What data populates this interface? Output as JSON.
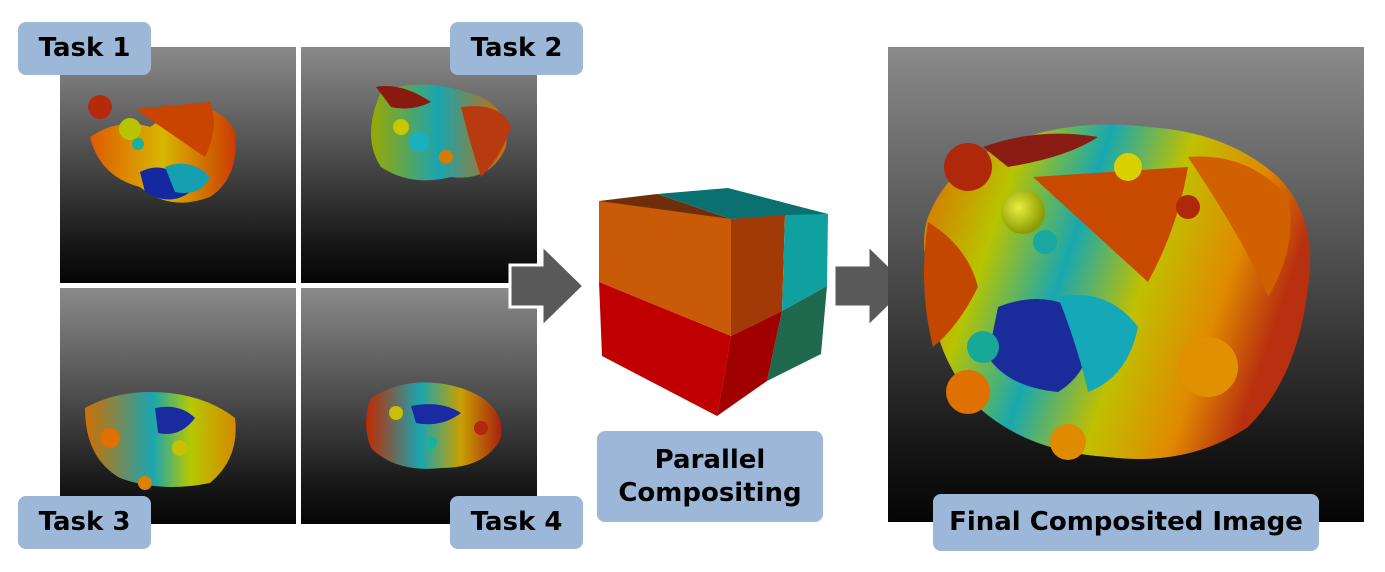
{
  "tasks": [
    {
      "label": "Task 1"
    },
    {
      "label": "Task 2"
    },
    {
      "label": "Task 3"
    },
    {
      "label": "Task 4"
    }
  ],
  "compositing": {
    "label": "Parallel\nCompositing"
  },
  "final": {
    "label": "Final Composited Image"
  },
  "colors": {
    "label_bg": "#9db7d9",
    "cube_top_orange": "#6e2e0a",
    "cube_top_teal": "#0a7070",
    "cube_front_orange": "#c85a08",
    "cube_front_red": "#c00000",
    "cube_side_teal": "#10a0a0",
    "cube_side_green": "#1f6a4e",
    "arrow": "#595959"
  }
}
